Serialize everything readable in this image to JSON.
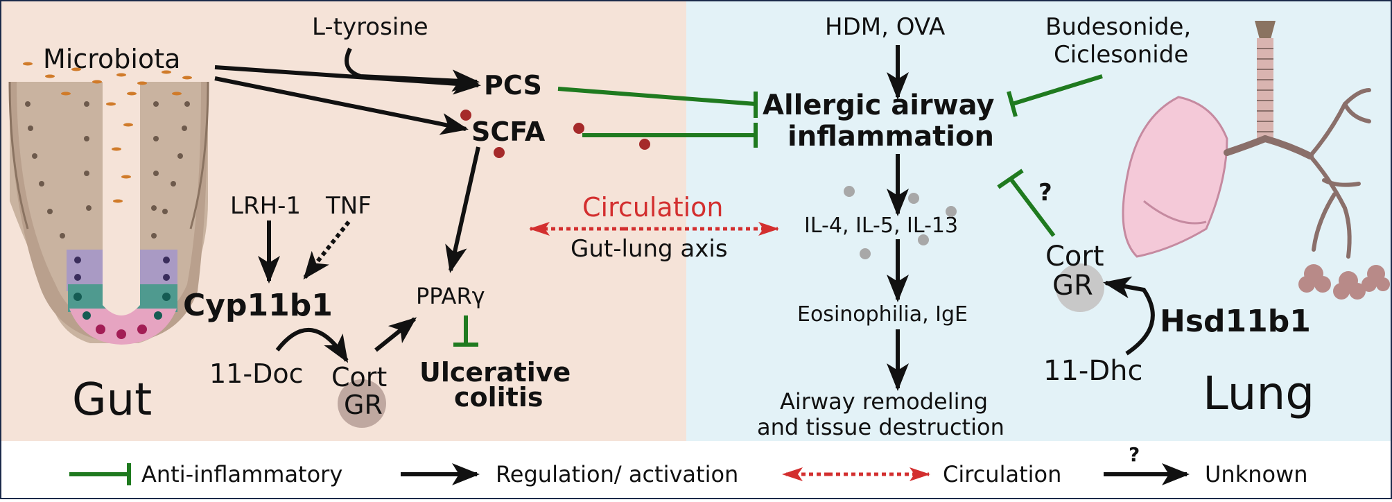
{
  "colors": {
    "gut_bg": "#f5e3d8",
    "lung_bg": "#e3f2f7",
    "anti_inflammatory": "#1f7a1f",
    "regulation": "#111111",
    "circulation": "#d32f2f",
    "border": "#1b2a4a"
  },
  "gut": {
    "region_label": "Gut",
    "microbiota": "Microbiota",
    "l_tyrosine": "L-tyrosine",
    "pcs": "PCS",
    "scfa": "SCFA",
    "lrh1": "LRH-1",
    "tnf": "TNF",
    "cyp11b1": "Cyp11b1",
    "doc": "11-Doc",
    "cort": "Cort",
    "gr": "GR",
    "ppar": "PPARγ",
    "uc_line1": "Ulcerative",
    "uc_line2": "colitis"
  },
  "center": {
    "circulation": "Circulation",
    "axis": "Gut-lung axis"
  },
  "lung": {
    "region_label": "Lung",
    "hdm_ova": "HDM, OVA",
    "drugs_line1": "Budesonide,",
    "drugs_line2": "Ciclesonide",
    "allergic_line1": "Allergic airway",
    "allergic_line2": "inflammation",
    "interleukins": "IL-4, IL-5, IL-13",
    "eosinophilia": "Eosinophilia, IgE",
    "remodel_line1": "Airway remodeling",
    "remodel_line2": "and tissue destruction",
    "question": "?",
    "cort": "Cort",
    "gr": "GR",
    "hsd11b1": "Hsd11b1",
    "dhc": "11-Dhc"
  },
  "legend": {
    "anti_inflammatory": "Anti-inflammatory",
    "regulation": "Regulation/ activation",
    "circulation": "Circulation",
    "question": "?",
    "unknown": "Unknown"
  }
}
